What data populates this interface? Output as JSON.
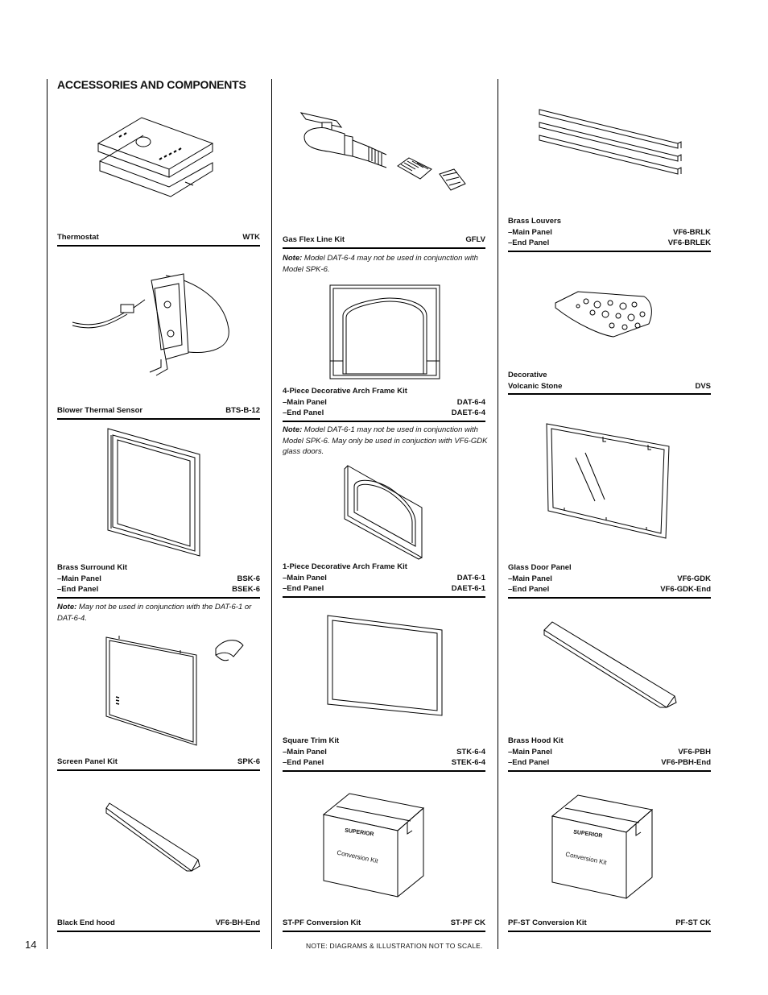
{
  "page": {
    "title": "ACCESSORIES AND COMPONENTS",
    "page_number": "14",
    "footer_note": "NOTE: DIAGRAMS & ILLUSTRATION NOT TO SCALE."
  },
  "items": {
    "thermostat": {
      "name": "Thermostat",
      "code": "WTK"
    },
    "blower": {
      "name": "Blower Thermal Sensor",
      "code": "BTS-B-12"
    },
    "brass_surround": {
      "name": "Brass Surround Kit",
      "main_label": "–Main Panel",
      "main_code": "BSK-6",
      "end_label": "–End Panel",
      "end_code": "BSEK-6"
    },
    "screen_panel": {
      "name": "Screen Panel Kit",
      "code": "SPK-6"
    },
    "black_end_hood": {
      "name": "Black End hood",
      "code": "VF6-BH-End"
    },
    "gas_flex": {
      "name": "Gas Flex Line Kit",
      "code": "GFLV"
    },
    "arch4": {
      "name": "4-Piece Decorative Arch Frame Kit",
      "main_label": "–Main Panel",
      "main_code": "DAT-6-4",
      "end_label": "–End Panel",
      "end_code": "DAET-6-4"
    },
    "arch1": {
      "name": "1-Piece Decorative Arch Frame Kit",
      "main_label": "–Main Panel",
      "main_code": "DAT-6-1",
      "end_label": "–End Panel",
      "end_code": "DAET-6-1"
    },
    "square_trim": {
      "name": "Square Trim Kit",
      "main_label": "–Main Panel",
      "main_code": "STK-6-4",
      "end_label": "–End Panel",
      "end_code": "STEK-6-4"
    },
    "st_pf": {
      "name": "ST-PF Conversion Kit",
      "code": "ST-PF CK"
    },
    "brass_louvers": {
      "name": "Brass Louvers",
      "main_label": "–Main Panel",
      "main_code": "VF6-BRLK",
      "end_label": "–End Panel",
      "end_code": "VF6-BRLEK"
    },
    "volcanic": {
      "name_line1": "Decorative",
      "name_line2": "Volcanic Stone",
      "code": "DVS"
    },
    "glass_door": {
      "name": "Glass Door Panel",
      "main_label": "–Main Panel",
      "main_code": "VF6-GDK",
      "end_label": "–End Panel",
      "end_code": "VF6-GDK-End"
    },
    "brass_hood": {
      "name": "Brass Hood Kit",
      "main_label": "–Main Panel",
      "main_code": "VF6-PBH",
      "end_label": "–End Panel",
      "end_code": "VF6-PBH-End"
    },
    "pf_st": {
      "name": "PF-ST Conversion Kit",
      "code": "PF-ST CK"
    }
  },
  "notes": {
    "note_label": "Note:",
    "brass_surround_note": "May not be used in conjunction with the  DAT-6-1 or DAT-6-4.",
    "gas_flex_note": "Model DAT-6-4 may not be used in conjunction with Model SPK-6.",
    "arch4_note": "Model DAT-6-1 may not be used in conjunction with Model SPK-6.  May only be used in conjuction with VF6-GDK glass doors."
  },
  "box_labels": {
    "brand": "SUPERIOR",
    "text": "Conversion Kit"
  }
}
